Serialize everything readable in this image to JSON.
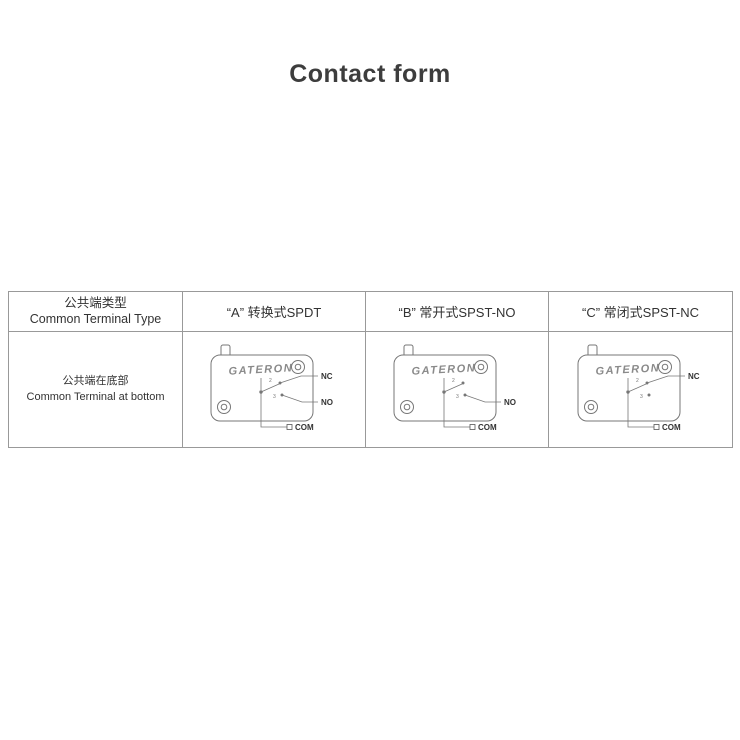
{
  "page": {
    "title": "Contact form"
  },
  "table": {
    "header": {
      "type_label_zh": "公共端类型",
      "type_label_en": "Common Terminal Type",
      "col_a": "“A” 转换式SPDT",
      "col_b": "“B” 常开式SPST-NO",
      "col_c": "“C” 常闭式SPST-NC"
    },
    "row": {
      "label_zh": "公共端在底部",
      "label_en": "Common Terminal at bottom",
      "switches": [
        {
          "type": "A",
          "brand": "GATERON",
          "terminal_2": "2",
          "terminal_3": "3",
          "labels": {
            "nc": "NC",
            "no": "NO",
            "com": "COM"
          }
        },
        {
          "type": "B",
          "brand": "GATERON",
          "terminal_2": "2",
          "terminal_3": "3",
          "labels": {
            "no": "NO",
            "com": "COM"
          }
        },
        {
          "type": "C",
          "brand": "GATERON",
          "terminal_2": "2",
          "terminal_3": "3",
          "labels": {
            "nc": "NC",
            "com": "COM"
          }
        }
      ]
    }
  },
  "colors": {
    "border": "#999999",
    "title": "#3d3d3d",
    "diagram": "#777777",
    "label_text": "#333333"
  }
}
